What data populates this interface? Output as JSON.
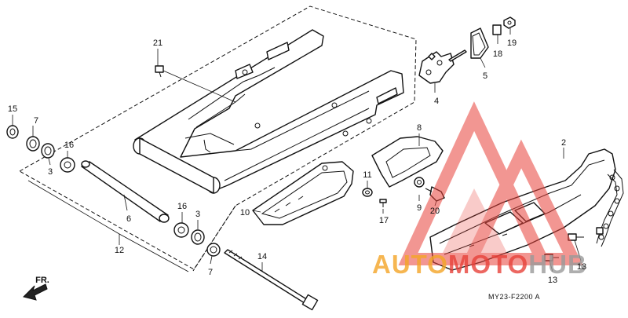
{
  "diagram": {
    "callouts": [
      "21",
      "15",
      "7",
      "16",
      "3",
      "6",
      "12",
      "16",
      "3",
      "7",
      "14",
      "10",
      "11",
      "17",
      "9",
      "20",
      "8",
      "4",
      "5",
      "18",
      "19",
      "2",
      "13",
      "13"
    ],
    "direction_label": "FR.",
    "drawing_code": "MY23-F2200 A"
  },
  "watermark": {
    "brand_part1": "AUTO",
    "brand_part2": "MOTO",
    "brand_part3": "HUB",
    "colors": {
      "orange": "#f4a526",
      "red": "#e8423a",
      "grey": "#9a9a9a"
    }
  }
}
